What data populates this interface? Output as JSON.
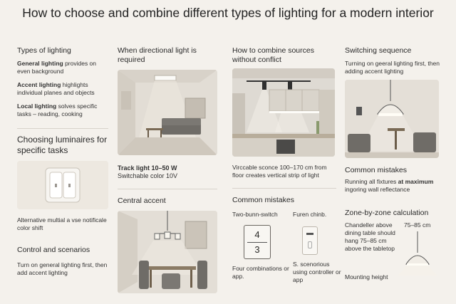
{
  "title": "How to choose and combine different types of lighting for a modern interior",
  "col1": {
    "types_heading": "Types of lighting",
    "general_bold": "General lighting",
    "general_rest": " provides on even background",
    "accent_bold": "Accent lighting",
    "accent_rest": " highlights individual planes and objects",
    "local_bold": "Local lighting",
    "local_rest": " solves specific tasks – reading, cooking",
    "luminaires_heading": "Choosing luminaires for specific tasks",
    "alt_text": "Alternative multial a vse notificale color shift",
    "control_heading": "Control and scenarios",
    "control_text": "Turn on general lighting first, then add accent lighting"
  },
  "col2": {
    "directional_heading": "When directional light is required",
    "track_bold": "Track light 10–50 W",
    "track_rest": "Switchable color 10V",
    "central_heading": "Central accent"
  },
  "col3": {
    "combine_heading": "How to combine sources without conflict",
    "sconce_text": "Virccable sconce 100–170 cm from floor creates vertical strip of light",
    "mistakes_heading": "Common mistakes",
    "two_button": "Two-bunn-switch",
    "furen": "Furen chinb.",
    "switch_top": "4",
    "switch_bottom": "3",
    "four_comb": "Four combinations or app.",
    "scenarios": "S. scenorious using controller or app"
  },
  "col4": {
    "sequence_heading": "Switching sequence",
    "sequence_text": "Turning on geeral lighting first, then adding accent lighting",
    "mistakes_heading": "Common mistakes",
    "mistakes_rest1": "Running all fixtures ",
    "mistakes_bold": "at maximum",
    "mistakes_rest2": " ingoring wall reflectance",
    "zone_heading": "Zone-by-zone calculation",
    "chandelier_text": "Chandeller above dining table should hang 75–85 cm above the tabletop",
    "range": "75–85 cm",
    "mounting": "Mounting height"
  },
  "colors": {
    "background": "#f4f1ec",
    "text": "#2b2a28",
    "panel": "#e6e1d9",
    "sofa": "#6f6c67"
  }
}
